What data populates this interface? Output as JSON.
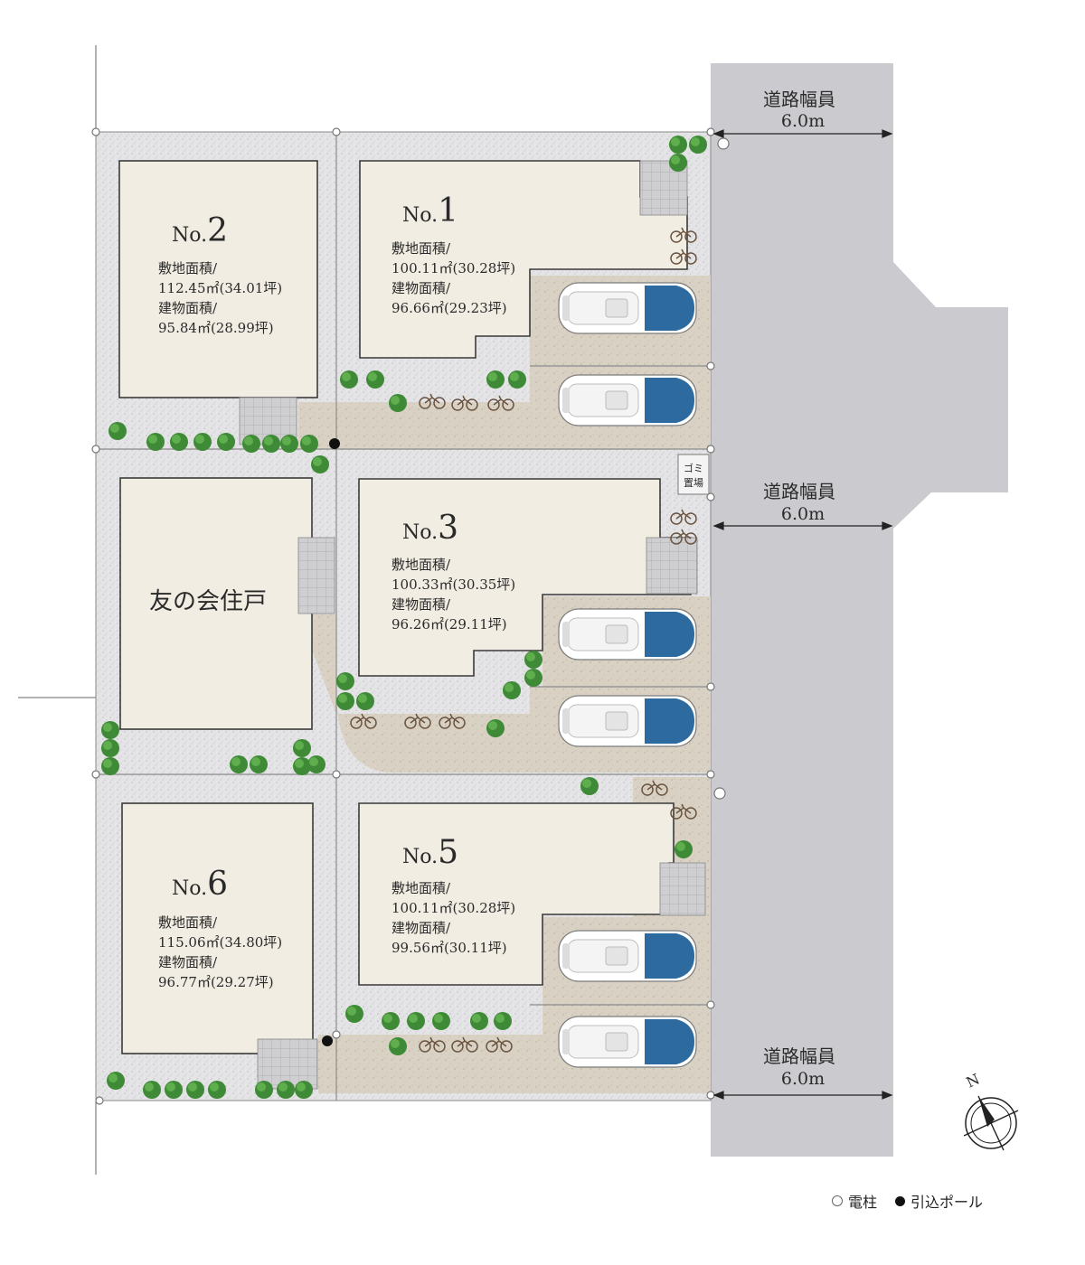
{
  "roads": {
    "top": {
      "label": "道路幅員",
      "width": "6.0m"
    },
    "middle": {
      "label": "道路幅員",
      "width": "6.0m"
    },
    "bottom": {
      "label": "道路幅員",
      "width": "6.0m"
    }
  },
  "lots": {
    "no1": {
      "prefix": "No.",
      "number": "1",
      "site_label": "敷地面積/",
      "site_area": "100.11㎡(30.28坪)",
      "building_label": "建物面積/",
      "building_area": "96.66㎡(29.23坪)"
    },
    "no2": {
      "prefix": "No.",
      "number": "2",
      "site_label": "敷地面積/",
      "site_area": "112.45㎡(34.01坪)",
      "building_label": "建物面積/",
      "building_area": "95.84㎡(28.99坪)"
    },
    "no3": {
      "prefix": "No.",
      "number": "3",
      "site_label": "敷地面積/",
      "site_area": "100.33㎡(30.35坪)",
      "building_label": "建物面積/",
      "building_area": "96.26㎡(29.11坪)"
    },
    "no5": {
      "prefix": "No.",
      "number": "5",
      "site_label": "敷地面積/",
      "site_area": "100.11㎡(30.28坪)",
      "building_label": "建物面積/",
      "building_area": "99.56㎡(30.11坪)"
    },
    "no6": {
      "prefix": "No.",
      "number": "6",
      "site_label": "敷地面積/",
      "site_area": "115.06㎡(34.80坪)",
      "building_label": "建物面積/",
      "building_area": "96.77㎡(29.27坪)"
    }
  },
  "neighbor": {
    "label": "友の会住戸"
  },
  "garbage": {
    "line1": "ゴミ",
    "line2": "置場"
  },
  "compass": {
    "label": "N"
  },
  "legend": {
    "utility_pole": "電柱",
    "service_pole": "引込ポール"
  },
  "colors": {
    "road": "#cbcbcf",
    "building": "#f1ede2",
    "gravel": "#e2e2e2",
    "paving": "#d8d0c2",
    "tree": "#3f8a37",
    "car_body": "#ffffff",
    "car_glass": "#2d6aa0"
  }
}
